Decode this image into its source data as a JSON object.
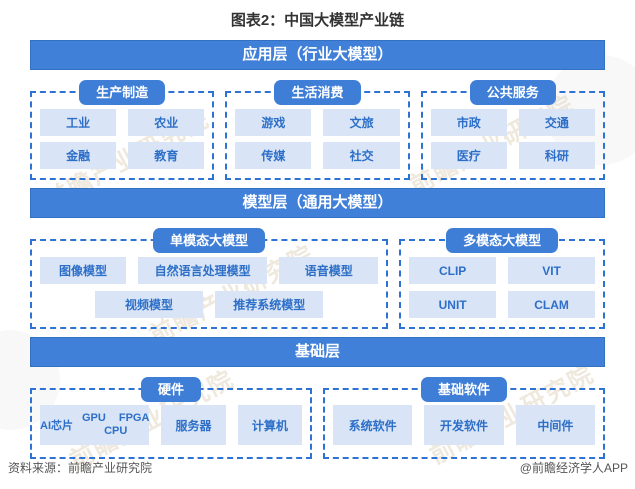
{
  "title": "图表2：中国大模型产业链",
  "colors": {
    "header_bar": "#4080d8",
    "group_label_pill": "#3e7ed6",
    "item_box_bg": "#d9e5f6",
    "item_text": "#2d6fc8",
    "dashed_border": "#2e73d4"
  },
  "watermark": {
    "text": "前瞻产业研究院"
  },
  "sections": [
    {
      "header": "应用层（行业大模型）",
      "groups": [
        {
          "label": "生产制造",
          "items": [
            "工业",
            "农业",
            "金融",
            "教育"
          ]
        },
        {
          "label": "生活消费",
          "items": [
            "游戏",
            "文旅",
            "传媒",
            "社交"
          ]
        },
        {
          "label": "公共服务",
          "items": [
            "市政",
            "交通",
            "医疗",
            "科研"
          ]
        }
      ]
    },
    {
      "header": "模型层（通用大模型）",
      "groups": [
        {
          "label": "单模态大模型",
          "row1": [
            "图像模型",
            "自然语言处理模型",
            "语音模型"
          ],
          "row2": [
            "视频模型",
            "推荐系统模型"
          ]
        },
        {
          "label": "多模态大模型",
          "items": [
            "CLIP",
            "VIT",
            "UNIT",
            "CLAM"
          ]
        }
      ]
    },
    {
      "header": "基础层",
      "groups": [
        {
          "label": "硬件",
          "chip_box": {
            "ai": "AI芯片",
            "gpu": "GPU",
            "fpga": "FPGA",
            "cpu": "CPU"
          },
          "items": [
            "服务器",
            "计算机"
          ]
        },
        {
          "label": "基础软件",
          "items": [
            "系统软件",
            "开发软件",
            "中间件"
          ]
        }
      ]
    }
  ],
  "footer": {
    "source": "资料来源：前瞻产业研究院",
    "credit": "@前瞻经济学人APP"
  }
}
